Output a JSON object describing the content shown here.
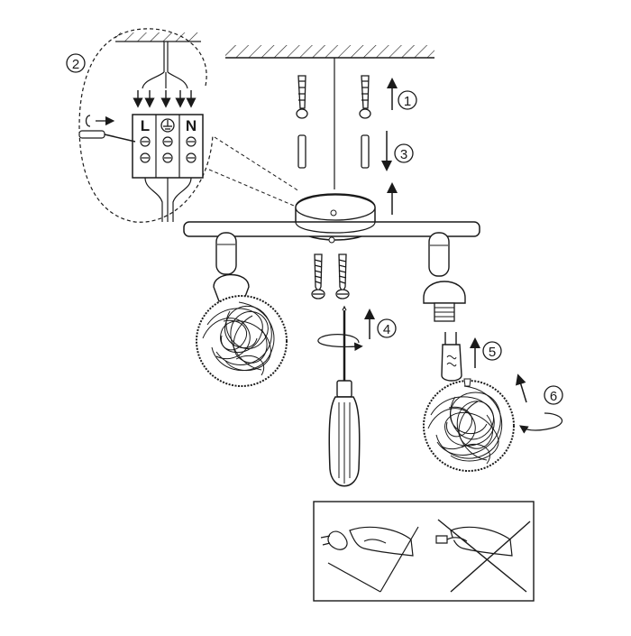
{
  "steps": [
    {
      "number": "1"
    },
    {
      "number": "2"
    },
    {
      "number": "3"
    },
    {
      "number": "4"
    },
    {
      "number": "5"
    },
    {
      "number": "6"
    }
  ],
  "terminals": {
    "live": "L",
    "neutral": "N"
  },
  "icons": [
    "ceiling-hatch-icon",
    "wall-plug-icon",
    "screw-icon",
    "screwdriver-icon",
    "ground-symbol-icon",
    "bulb-g9-icon",
    "wire-ball-shade-icon",
    "hand-icon",
    "cross-out-icon"
  ],
  "colors": {
    "line": "#1a1a1a",
    "background": "#ffffff"
  }
}
